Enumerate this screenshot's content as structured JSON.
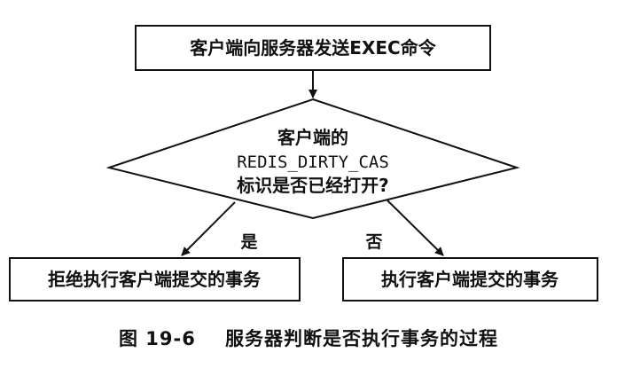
{
  "nodes": {
    "start": {
      "label": "客户端向服务器发送EXEC命令"
    },
    "decision": {
      "line1": "客户端的",
      "line2": "REDIS_DIRTY_CAS",
      "line3": "标识是否已经打开?"
    },
    "reject": {
      "label": "拒绝执行客户端提交的事务"
    },
    "execute": {
      "label": "执行客户端提交的事务"
    }
  },
  "edges": {
    "yes_label": "是",
    "no_label": "否"
  },
  "caption": {
    "number": "图 19-6",
    "text": "服务器判断是否执行事务的过程"
  },
  "colors": {
    "stroke": "#111111",
    "text": "#111111",
    "background": "#ffffff"
  }
}
